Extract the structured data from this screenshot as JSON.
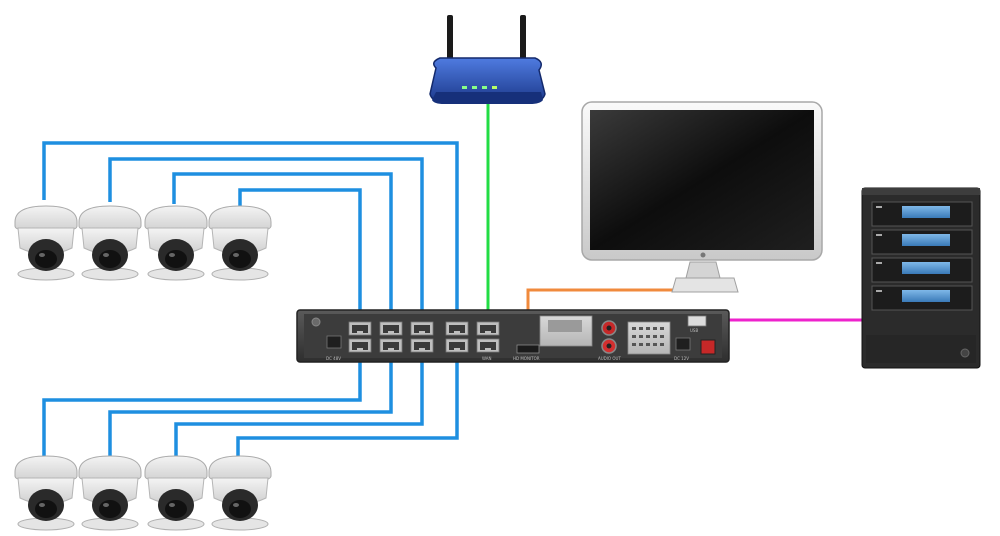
{
  "nvr": {
    "port_labels": {
      "wan": "WAN",
      "hdmi": "HD MONITOR",
      "audio": "AUDIO OUT",
      "usb": "USB",
      "dc_in": "DC 48V",
      "dc_out": "DC 12V"
    }
  },
  "colors": {
    "camera_cable": "#1e8fe0",
    "router_cable": "#22dd44",
    "monitor_cable": "#f08a3c",
    "storage_cable": "#ee22cc",
    "router_body": "#2244aa",
    "nvr_body": "#4a4a4a",
    "storage_body": "#2b2b2b"
  },
  "icons": {
    "camera": "dome-camera-icon",
    "router": "wifi-router-icon",
    "monitor": "monitor-icon",
    "storage": "storage-server-icon",
    "nvr": "nvr-recorder-icon"
  }
}
